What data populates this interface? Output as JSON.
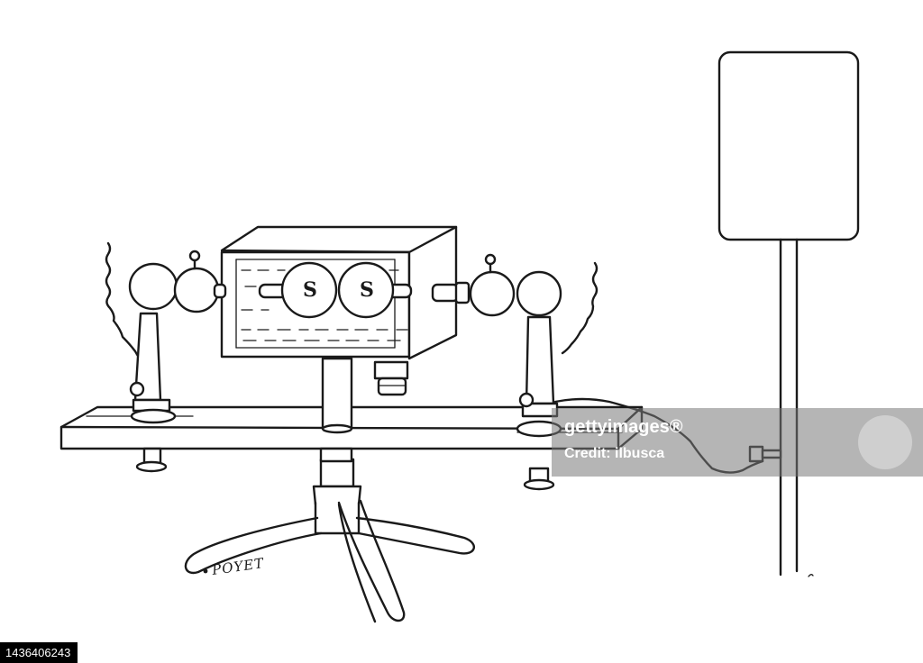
{
  "illustration": {
    "sphere_letters": [
      "S",
      "S"
    ],
    "signature": "POYET",
    "ink_color": "#1a1a1a",
    "paper_color": "#ffffff"
  },
  "watermark": {
    "line1": "gettyimages",
    "line1_suffix": "®",
    "line2": "Credit: ilbusca"
  },
  "footer": {
    "image_id": "1436406243"
  }
}
